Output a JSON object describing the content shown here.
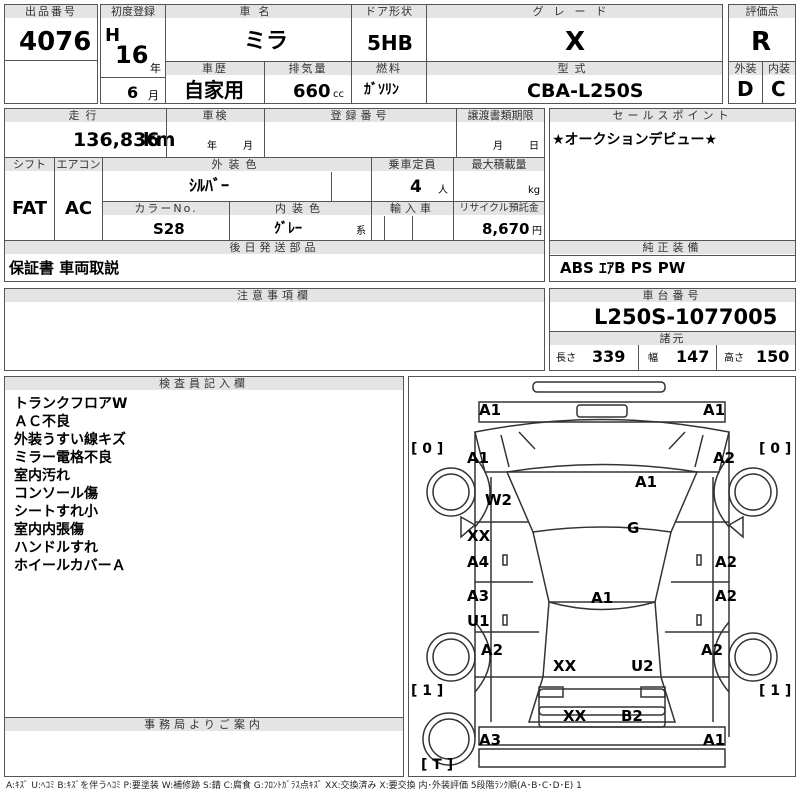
{
  "lot": {
    "label": "出品番号",
    "value": "4076"
  },
  "first_reg": {
    "label": "初度登録",
    "era": "H",
    "year": "16",
    "year_unit": "年",
    "month": "6",
    "month_unit": "月"
  },
  "car_name": {
    "label": "車名",
    "value": "ミラ"
  },
  "door": {
    "label": "ドア形状",
    "value": "5HB"
  },
  "grade": {
    "label": "グレード",
    "value": "X"
  },
  "score": {
    "label": "評価点",
    "value": "R"
  },
  "history": {
    "label": "車歴",
    "value": "自家用"
  },
  "displacement": {
    "label": "排気量",
    "value": "660",
    "unit": "cc"
  },
  "fuel": {
    "label": "燃料",
    "value": "ｶﾞｿﾘﾝ"
  },
  "model": {
    "label": "型式",
    "value": "CBA-L250S"
  },
  "ext_grade": {
    "label": "外装",
    "value": "D"
  },
  "int_grade": {
    "label": "内装",
    "value": "C"
  },
  "mileage": {
    "label": "走行",
    "value": "136,836",
    "unit": "km"
  },
  "inspection": {
    "label": "車検",
    "year_unit": "年",
    "month_unit": "月"
  },
  "reg_number": {
    "label": "登録番号"
  },
  "transfer": {
    "label": "譲渡書類期限",
    "month_unit": "月",
    "day_unit": "日"
  },
  "sales_point": {
    "label": "セールスポイント",
    "value": "★オークションデビュー★"
  },
  "shift": {
    "label": "シフト",
    "value": "FAT"
  },
  "aircon": {
    "label": "エアコン",
    "value": "AC"
  },
  "ext_color": {
    "label": "外装色",
    "value": "ｼﾙﾊﾞｰ"
  },
  "capacity": {
    "label": "乗車定員",
    "value": "4",
    "unit": "人"
  },
  "max_load": {
    "label": "最大積載量",
    "unit": "kg"
  },
  "color_no": {
    "label": "カラーNo.",
    "value": "S28"
  },
  "int_color": {
    "label": "内装色",
    "value": "ｸﾞﾚｰ",
    "suffix": "系"
  },
  "import": {
    "label": "輸入車"
  },
  "recycle": {
    "label": "リサイクル預託金",
    "value": "8,670",
    "unit": "円"
  },
  "later_parts": {
    "label": "後日発送部品",
    "value": "保証書 車両取説"
  },
  "equipment": {
    "label": "純正装備",
    "value": "ABS ｴｱB PS PW"
  },
  "notes": {
    "label": "注意事項欄"
  },
  "chassis": {
    "label": "車台番号",
    "value": "L250S-1077005"
  },
  "dims": {
    "label": "諸元",
    "length_label": "長さ",
    "length": "339",
    "width_label": "幅",
    "width": "147",
    "height_label": "高さ",
    "height": "150"
  },
  "inspector": {
    "label": "検査員記入欄",
    "remarks": [
      "トランクフロアW",
      "ＡＣ不良",
      "外装うすい線キズ",
      "ミラー電格不良",
      "室内汚れ",
      "コンソール傷",
      "シートすれ小",
      "室内内張傷",
      "ハンドルすれ",
      "ホイールカバーＡ"
    ]
  },
  "office": {
    "label": "事務局よりご案内"
  },
  "diagram": {
    "labels": [
      "A1",
      "A1",
      "A1",
      "A2",
      "A1",
      "W2",
      "G",
      "XX",
      "A4",
      "A2",
      "A1",
      "A3",
      "U1",
      "A2",
      "A2",
      "A2",
      "XX",
      "U2",
      "XX",
      "B2",
      "A3",
      "A1"
    ],
    "tires": [
      "[ 0 ]",
      "[ 0 ]",
      "[ 1 ]",
      "[ 1 ]",
      "[ T ]"
    ]
  },
  "legend": "A:ｷｽﾞ U:ﾍｺﾐ B:ｷｽﾞを伴うﾍｺﾐ P:要塗装 W:補修跡 S:錆 C:腐食 G:ﾌﾛﾝﾄｶﾞﾗｽ点ｷｽﾞ XX:交換済み X:要交換 内･外装評価 5段階ﾗﾝｸ順(A･B･C･D･E) 1"
}
